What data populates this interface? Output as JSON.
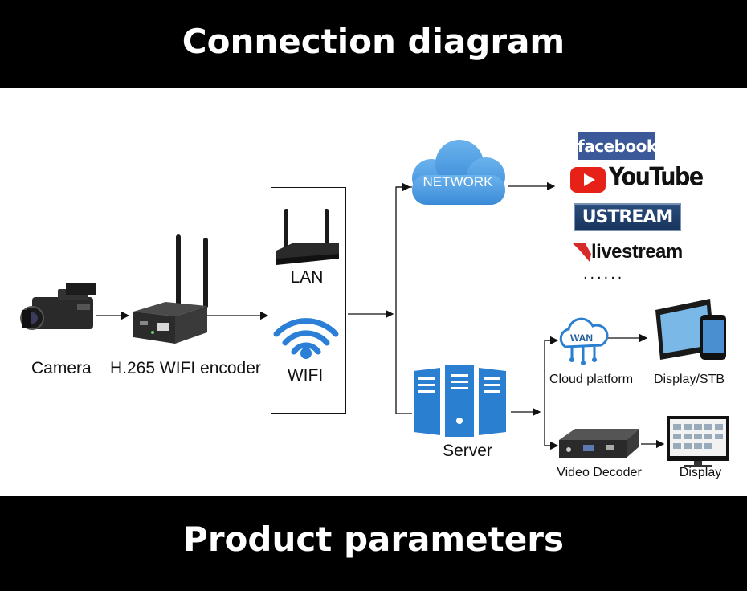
{
  "header": {
    "title": "Connection diagram"
  },
  "footer": {
    "title": "Product parameters"
  },
  "devices": {
    "camera": "Camera",
    "encoder": "H.265 WIFI encoder",
    "lan": "LAN",
    "wifi": "WIFI",
    "network": "NETWORK",
    "server": "Server",
    "wan": "WAN",
    "cloud_platform": "Cloud platform",
    "display_stb": "Display/STB",
    "video_decoder": "Video Decoder",
    "display": "Display"
  },
  "platforms": {
    "facebook": "facebook",
    "youtube": "YouTube",
    "ustream": "USTREAM",
    "livestream": "livestream",
    "more": "......"
  },
  "colors": {
    "banner": "#000000",
    "cloud_blue": "#4a9be0",
    "server_blue": "#2a7fd0",
    "wifi_blue": "#2b7fd6",
    "facebook": "#3b5998",
    "youtube_red": "#e62117",
    "livestream_red": "#d62b2b"
  },
  "icons": [
    "camera-icon",
    "encoder-icon",
    "router-icon",
    "wifi-icon",
    "cloud-icon",
    "server-icon",
    "wan-cloud-icon",
    "tablet-phone-icon",
    "decoder-icon",
    "monitor-icon"
  ]
}
